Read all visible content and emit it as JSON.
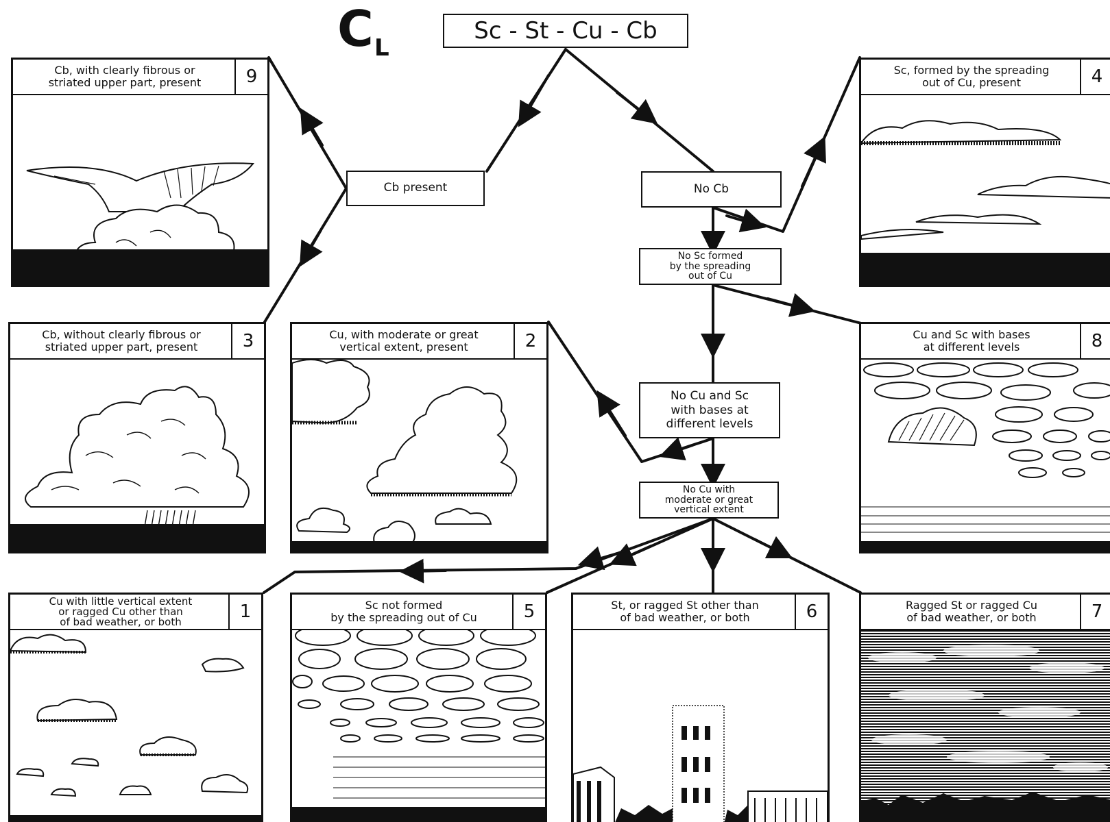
{
  "title": {
    "symbol": "C",
    "subscript": "L",
    "header": "Sc - St - Cu - Cb"
  },
  "nodes": {
    "cb_present": "Cb present",
    "no_cb": "No Cb",
    "no_sc_spreading": "No Sc formed\nby the spreading\nout of Cu",
    "no_cu_sc_levels": "No Cu and Sc\nwith bases at\ndifferent levels",
    "no_cu_vertical": "No Cu with\nmoderate or great\nvertical extent"
  },
  "panels": {
    "p9": {
      "caption": "Cb, with clearly fibrous or\nstriated upper part, present",
      "number": "9"
    },
    "p3": {
      "caption": "Cb, without clearly fibrous or\nstriated upper part, present",
      "number": "3"
    },
    "p2": {
      "caption": "Cu, with moderate or great\nvertical extent, present",
      "number": "2"
    },
    "p4": {
      "caption": "Sc, formed by the spreading\nout of Cu, present",
      "number": "4"
    },
    "p8": {
      "caption": "Cu and Sc with bases\nat different levels",
      "number": "8"
    },
    "p1": {
      "caption": "Cu with little vertical extent\nor ragged Cu other than\nof bad weather, or both",
      "number": "1"
    },
    "p5": {
      "caption": "Sc not formed\nby the spreading out of Cu",
      "number": "5"
    },
    "p6": {
      "caption": "St, or ragged St other than\nof bad weather, or both",
      "number": "6"
    },
    "p7": {
      "caption": "Ragged St or ragged Cu\nof bad weather, or both",
      "number": "7"
    }
  }
}
